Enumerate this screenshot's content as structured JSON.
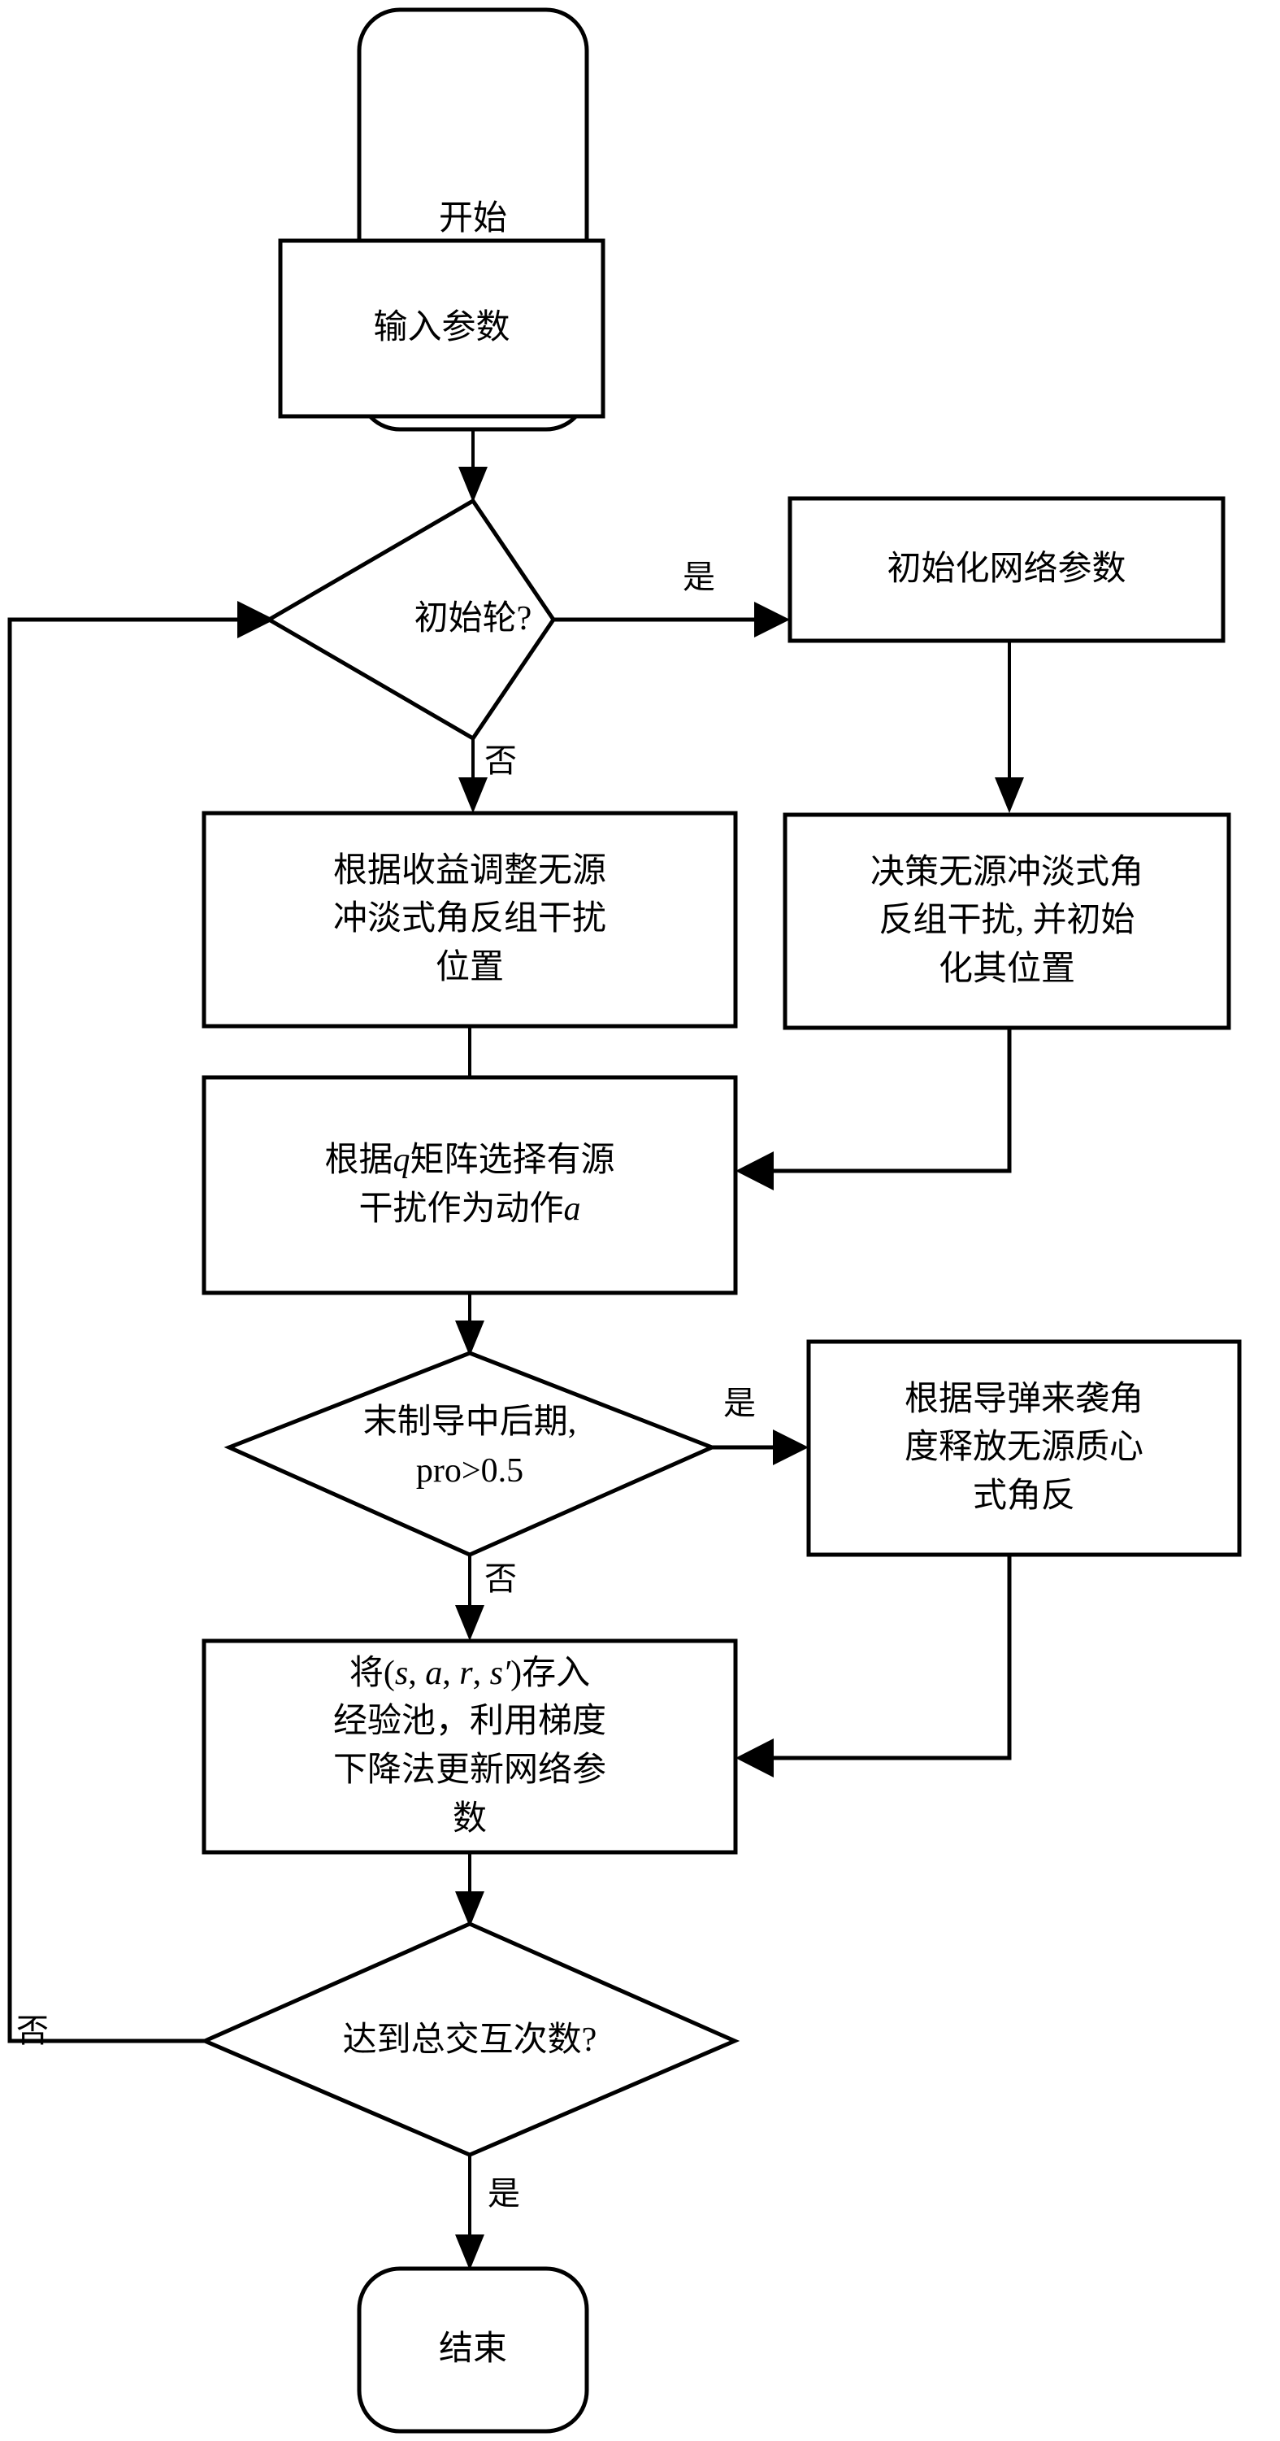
{
  "diagram": {
    "type": "flowchart",
    "title_text": "",
    "language": "zh-CN",
    "colors": {
      "stroke": "#000000",
      "fill": "#ffffff",
      "text": "#000000",
      "background": "#ffffff"
    },
    "nodes": {
      "start": {
        "shape": "terminator",
        "text": "开始"
      },
      "input_params": {
        "shape": "process",
        "text": "输入参数"
      },
      "decide_initial_round": {
        "shape": "decision",
        "text": "初始轮?"
      },
      "init_network_params": {
        "shape": "process",
        "text": "初始化网络参数"
      },
      "adjust_passive_position": {
        "shape": "process",
        "text": "根据收益调整无源\n冲淡式角反组干扰\n位置"
      },
      "decide_passive_jammer": {
        "shape": "process",
        "text": "决策无源冲淡式角\n反组干扰, 并初始\n化其位置"
      },
      "select_active_action": {
        "shape": "process",
        "line1_pre": "根据",
        "line1_sym": "q",
        "line1_post": "矩阵选择有源",
        "line2_pre": "干扰作为动作",
        "line2_sym": "a",
        "line2_post": ""
      },
      "decide_terminal_phase": {
        "shape": "decision",
        "line1": "末制导中后期,",
        "line2": "pro>0.5"
      },
      "release_centroid_jammer": {
        "shape": "process",
        "text": "根据导弹来袭角\n度释放无源质心\n式角反"
      },
      "store_and_update": {
        "shape": "process",
        "line1_pre": "将(",
        "line1_s": "s",
        "line1_c1": ", ",
        "line1_a": "a",
        "line1_c2": ", ",
        "line1_r": "r",
        "line1_c3": ", ",
        "line1_s2": "s′",
        "line1_post": ")存入",
        "line2": "经验池，利用梯度",
        "line3": "下降法更新网络参",
        "line4": "数"
      },
      "decide_total_interactions": {
        "shape": "decision",
        "text": "达到总交互次数?"
      },
      "end": {
        "shape": "terminator",
        "text": "结束"
      }
    },
    "edge_labels": {
      "initial_round_yes": "是",
      "initial_round_no": "否",
      "terminal_phase_yes": "是",
      "terminal_phase_no": "否",
      "total_interactions_no": "否",
      "total_interactions_yes": "是"
    }
  }
}
